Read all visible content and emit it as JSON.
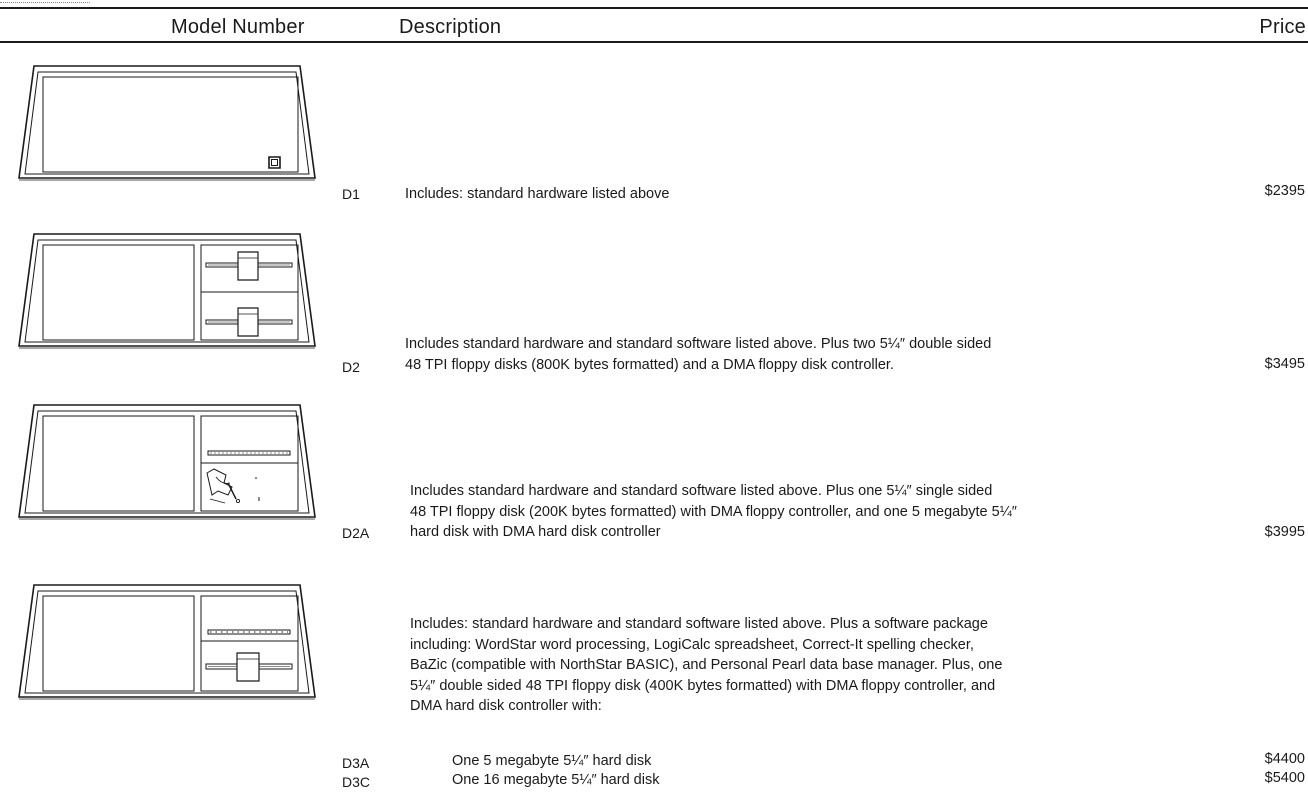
{
  "header": {
    "model_col": "Model Number",
    "desc_col": "Description",
    "price_col": "Price"
  },
  "products": [
    {
      "image_icon": "desktop-terminal-blank-icon",
      "model": "D1",
      "description_lines": [
        "Includes: standard hardware listed above"
      ],
      "price": "$2395"
    },
    {
      "image_icon": "desktop-terminal-two-floppy-icon",
      "model": "D2",
      "description_lines": [
        "Includes standard hardware and standard software listed above. Plus two 5¼″ double sided",
        "48 TPI floppy disks (800K bytes formatted) and a DMA floppy disk controller."
      ],
      "price": "$3495"
    },
    {
      "image_icon": "desktop-terminal-floppy-harddisk-icon",
      "model": "D2A",
      "description_lines": [
        "Includes standard hardware and standard software listed above. Plus one 5¼″ single sided",
        "48 TPI floppy disk (200K bytes formatted) with DMA floppy controller, and one 5 megabyte 5¼″",
        "hard disk with DMA hard disk controller"
      ],
      "price": "$3995"
    },
    {
      "image_icon": "desktop-terminal-floppy-slots-icon",
      "description_lines": [
        "Includes: standard hardware and standard software listed above. Plus a software package",
        "including: WordStar word processing, LogiCalc spreadsheet, Correct-It spelling checker,",
        "BaZic (compatible with NorthStar BASIC), and Personal Pearl data base manager. Plus, one",
        "5¼″ double sided 48 TPI floppy disk (400K bytes formatted) with DMA floppy controller, and",
        "DMA hard disk controller with:"
      ],
      "options": [
        {
          "model": "D3A",
          "description": "One 5 megabyte 5¼″ hard disk",
          "price": "$4400"
        },
        {
          "model": "D3C",
          "description": "One 16 megabyte 5¼″ hard disk",
          "price": "$5400"
        }
      ]
    }
  ]
}
